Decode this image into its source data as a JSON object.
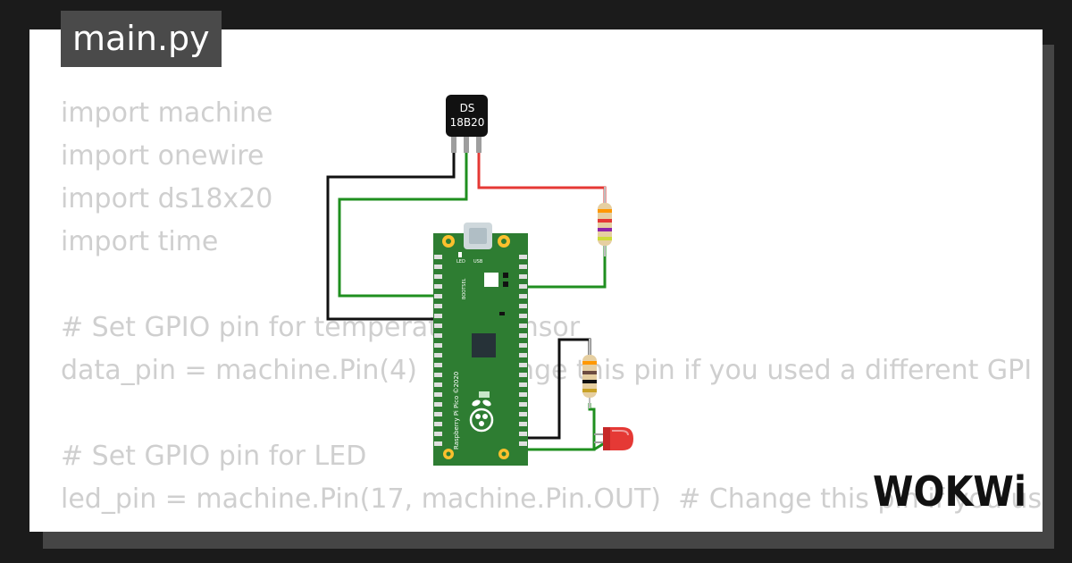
{
  "editor": {
    "filename": "main.py",
    "code_lines": [
      "import machine",
      "import onewire",
      "import ds18x20",
      "import time",
      "",
      "# Set GPIO pin for temperature sensor",
      "data_pin = machine.Pin(4)  # Change this pin if you used a different GPI",
      "",
      "# Set GPIO pin for LED",
      "led_pin = machine.Pin(17, machine.Pin.OUT)  # Change this pin if you us"
    ]
  },
  "sensor": {
    "label_line1": "DS",
    "label_line2": "18B20"
  },
  "board": {
    "led_label": "LED",
    "usb_label": "USB",
    "bootsel_label": "BOOTSEL",
    "branding": "Raspberry Pi Pico ©2020"
  },
  "brand": {
    "name": "WOKWi"
  },
  "colors": {
    "board_green": "#2e7d32",
    "wire_green": "#1f8f1f",
    "wire_red": "#e53935",
    "wire_black": "#111111",
    "led_red": "#e53935"
  }
}
